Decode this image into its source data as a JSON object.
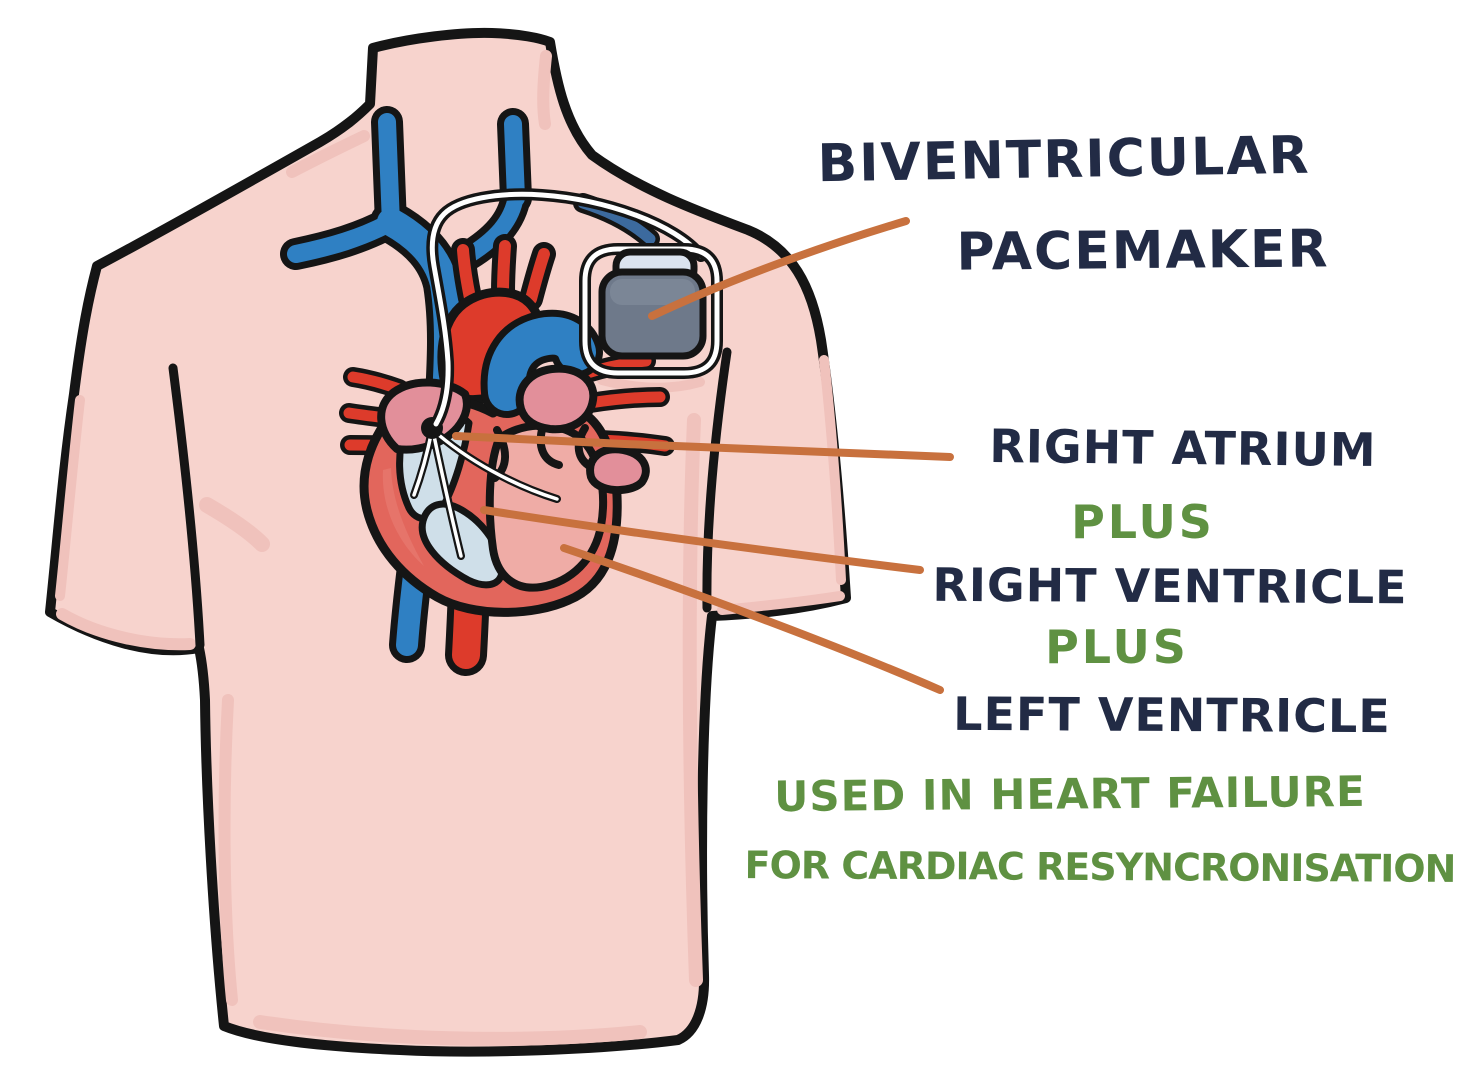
{
  "figure": {
    "title_line1": "BIVENTRICULAR",
    "title_line2": "PACEMAKER",
    "label_right_atrium": "RIGHT ATRIUM",
    "label_plus_1": "PLUS",
    "label_right_ventricle": "RIGHT VENTRICLE",
    "label_plus_2": "PLUS",
    "label_left_ventricle": "LEFT VENTRICLE",
    "note_line1": "USED IN HEART FAILURE",
    "note_line2": "FOR CARDIAC RESYNCRONISATION",
    "colors": {
      "label_ink": "#222b45",
      "plus_green": "#5f9142",
      "leader_orange": "#c8713e",
      "skin": "#f7d3cd",
      "skin_shade": "#f0c2bc",
      "outline": "#151515",
      "vein_blue": "#2f80c3",
      "artery_red": "#dd3b2b",
      "heart_wall": "#e2665c",
      "atrium_pink": "#e28f9a",
      "chamber_blue": "#cfdfe9",
      "lv_pink": "#efaca6",
      "device_gray": "#6e798a",
      "device_top": "#dbe3ef",
      "lead_white": "#ffffff"
    }
  }
}
